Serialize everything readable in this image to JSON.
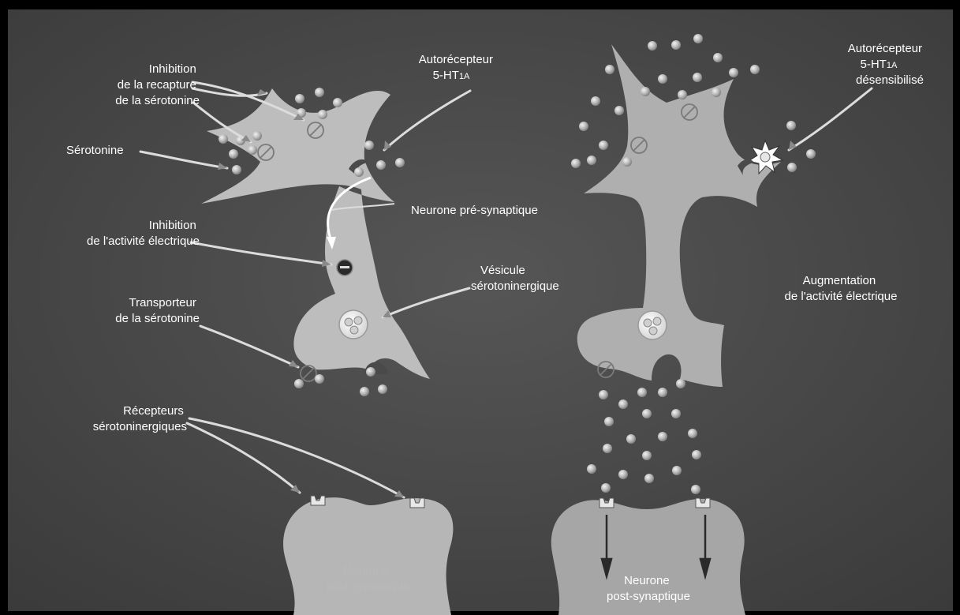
{
  "labels": {
    "inhibition_recapture": [
      "Inhibition",
      "de la recapture",
      "de la sérotonine"
    ],
    "serotonine": "Sérotonine",
    "autorecepteur": [
      "Autorécepteur",
      "5-HT",
      "1A"
    ],
    "neurone_pre": "Neurone pré-synaptique",
    "inhibition_electrique": [
      "Inhibition",
      "de l'activité électrique"
    ],
    "vesicule": [
      "Vésicule",
      "sérotoninergique"
    ],
    "transporteur": [
      "Transporteur",
      "de la sérotonine"
    ],
    "recepteurs": [
      "Récepteurs",
      "sérotoninergiques"
    ],
    "neurone_post_left": [
      "Neurone",
      "post-synaptique"
    ],
    "autorecepteur_desens": [
      "Autorécepteur",
      "5-HT",
      "1A",
      "désensibilisé"
    ],
    "augmentation": [
      "Augmentation",
      "de l'activité électrique"
    ],
    "neurone_post_right": [
      "Neurone",
      "post-synaptique"
    ]
  },
  "colors": {
    "background": "#4a4a4a",
    "neuron_fill": "#bdbdbd",
    "neuron_fill_right": "#b0b0b0",
    "text": "#ffffff",
    "frame": "#000000"
  }
}
